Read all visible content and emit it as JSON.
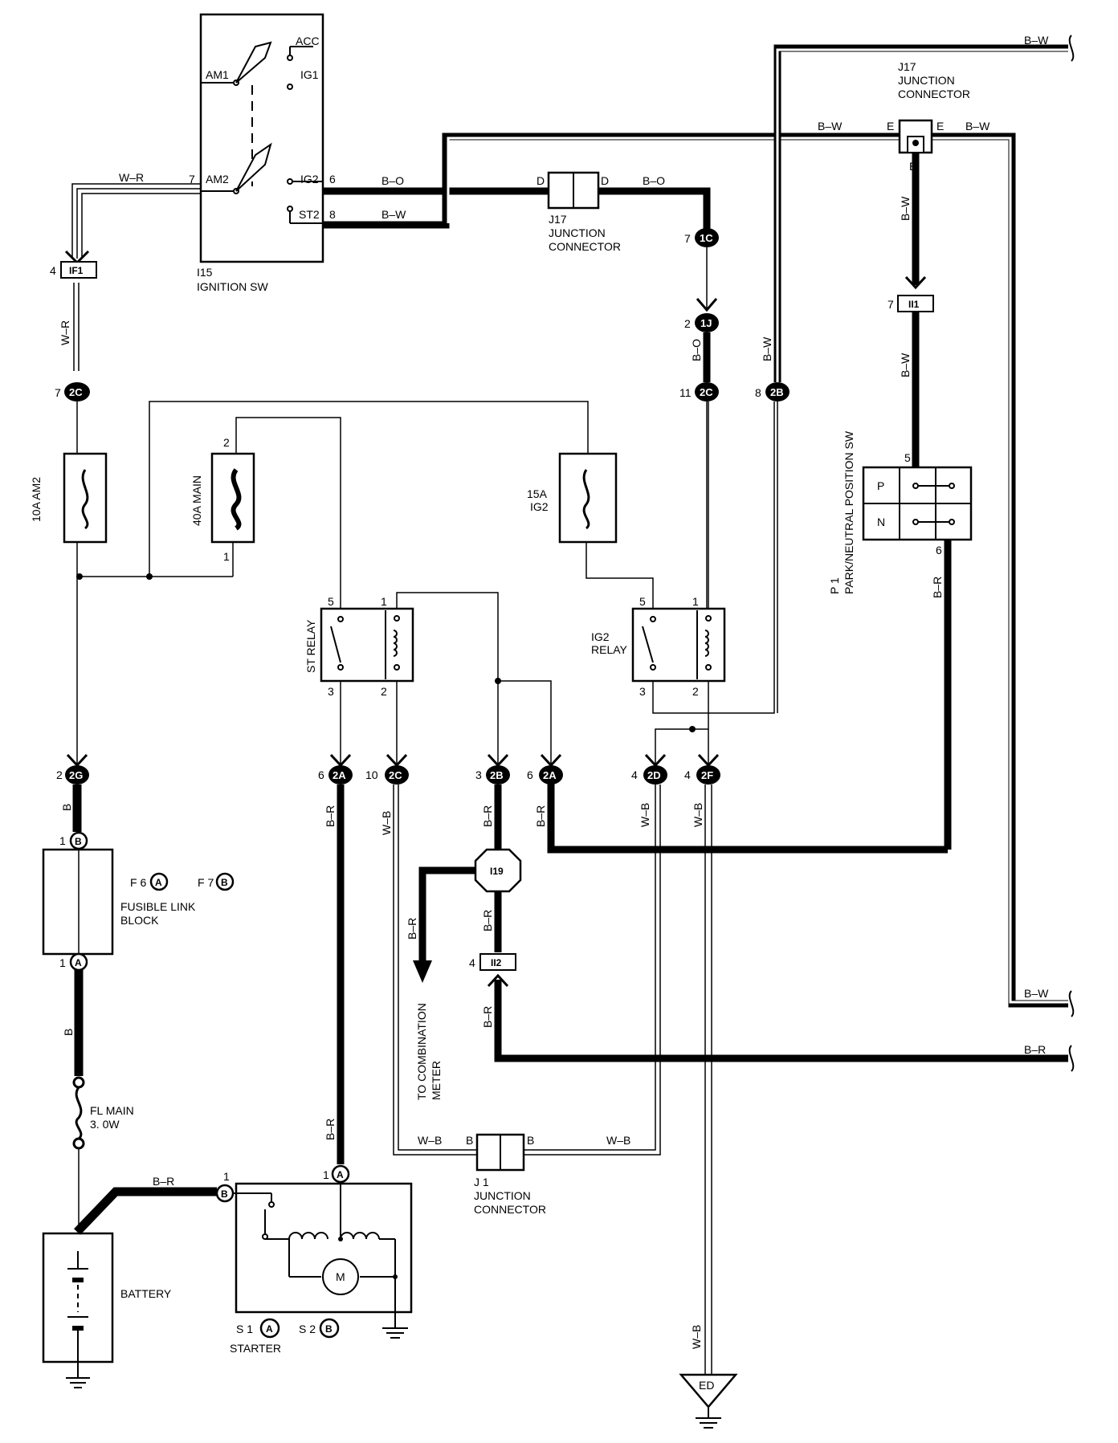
{
  "components": {
    "ignition_sw": {
      "code": "I15",
      "name": "IGNITION SW",
      "acc": "ACC",
      "am1": "AM1",
      "ig1": "IG1",
      "am2": "AM2",
      "ig2": "IG2",
      "st2": "ST2"
    },
    "j17_top": {
      "code": "J17",
      "line1": "JUNCTION",
      "line2": "CONNECTOR",
      "pin": "E"
    },
    "j17_mid": {
      "code": "J17",
      "line1": "JUNCTION",
      "line2": "CONNECTOR",
      "pin": "D"
    },
    "j1": {
      "code": "J 1",
      "line1": "JUNCTION",
      "line2": "CONNECTOR",
      "pin": "B"
    },
    "fuse_am2": "10A AM2",
    "fuse_main": "40A MAIN",
    "fuse_ig2": {
      "line1": "15A",
      "line2": "IG2"
    },
    "st_relay": "ST RELAY",
    "ig2_relay": {
      "line1": "IG2",
      "line2": "RELAY"
    },
    "park_sw": {
      "code": "P 1",
      "name": "PARK/NEUTRAL POSITION SW",
      "p": "P",
      "n": "N"
    },
    "fusible_link": {
      "f6": "F 6",
      "f7": "F 7",
      "line1": "FUSIBLE LINK",
      "line2": "BLOCK"
    },
    "fl_main": {
      "line1": "FL MAIN",
      "line2": "3. 0W"
    },
    "battery": "BATTERY",
    "starter": {
      "s1": "S 1",
      "s2": "S 2",
      "name": "STARTER",
      "motor": "M"
    },
    "to_meter": {
      "line1": "TO COMBINATION",
      "line2": "METER"
    },
    "ground_ed": "ED"
  },
  "wires": {
    "w_r": "W–R",
    "b_o": "B–O",
    "b_w": "B–W",
    "b_r": "B–R",
    "w_b": "W–B",
    "b": "B"
  },
  "connectors": {
    "if1": "IF1",
    "c2c": "2C",
    "c1c": "1C",
    "c1j": "1J",
    "c2b": "2B",
    "ii1": "II1",
    "c2g": "2G",
    "c2a": "2A",
    "c2d": "2D",
    "c2f": "2F",
    "i19": "I19",
    "ii2": "II2",
    "a": "A",
    "b": "B"
  },
  "pins": {
    "p1": "1",
    "p2": "2",
    "p3": "3",
    "p4": "4",
    "p5": "5",
    "p6": "6",
    "p7": "7",
    "p8": "8",
    "p10": "10",
    "p11": "11"
  }
}
